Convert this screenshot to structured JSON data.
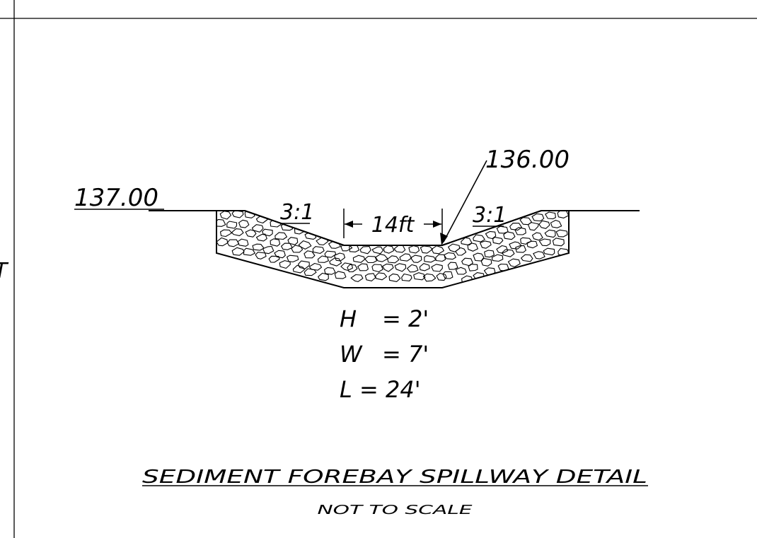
{
  "drawing": {
    "edge_label": "T",
    "title": "SEDIMENT FOREBAY SPILLWAY DETAIL",
    "subtitle": "NOT TO SCALE"
  },
  "elevations": {
    "top": "137.00",
    "bottom": "136.00"
  },
  "slopes": {
    "left": "3:1",
    "right": "3:1"
  },
  "bottom_width": "14ft",
  "dimensions": {
    "h": {
      "label": "H",
      "value": "= 2'"
    },
    "w": {
      "label": "W",
      "value": "= 7'"
    },
    "l": {
      "label": "L",
      "value": "= 24'"
    }
  },
  "colors": {
    "line": "#000000",
    "background": "#ffffff"
  }
}
